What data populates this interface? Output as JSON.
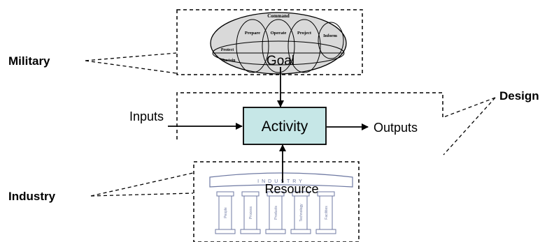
{
  "labels": {
    "military": "Military",
    "industry": "Industry",
    "design": "Design",
    "inputs": "Inputs",
    "outputs": "Outputs",
    "activity": "Activity",
    "goal": "Goal",
    "resource": "Resource"
  },
  "ellipse_terms": {
    "command": "Command",
    "prepare": "Prepare",
    "operate": "Operate",
    "project": "Project",
    "inform": "Inform",
    "protect": "Protect",
    "sustain": "Sustain"
  },
  "temple": {
    "title": "INDUSTRY",
    "pillars": [
      "People",
      "Process",
      "Products",
      "Technology",
      "Facilities"
    ]
  },
  "colors": {
    "activity_fill": "#c6e7e7",
    "ellipse_fill": "#d9d9d9",
    "line": "#000000",
    "temple_line": "#6f7aa3"
  }
}
